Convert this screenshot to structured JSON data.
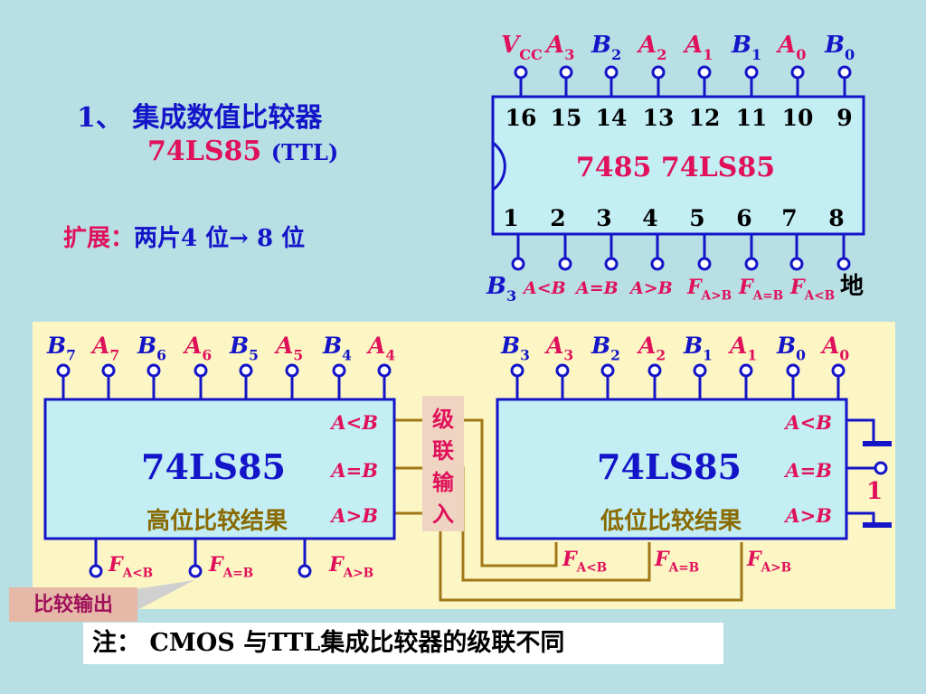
{
  "heading": {
    "number": "1、",
    "title": "集成数值比较器",
    "part": "74LS85",
    "family": "(TTL)"
  },
  "expansion": {
    "label": "扩展：",
    "text": "两片4 位→ 8 位"
  },
  "pinout": {
    "chip_label": "7485  74LS85",
    "top_pins": [
      "16",
      "15",
      "14",
      "13",
      "12",
      "11",
      "10",
      "9"
    ],
    "bottom_pins": [
      "1",
      "2",
      "3",
      "4",
      "5",
      "6",
      "7",
      "8"
    ],
    "top_names": [
      {
        "main": "V",
        "sub": "CC"
      },
      {
        "main": "A",
        "sub": "3"
      },
      {
        "main": "B",
        "sub": "2"
      },
      {
        "main": "A",
        "sub": "2"
      },
      {
        "main": "A",
        "sub": "1"
      },
      {
        "main": "B",
        "sub": "1"
      },
      {
        "main": "A",
        "sub": "0"
      },
      {
        "main": "B",
        "sub": "0"
      }
    ],
    "bottom_names": [
      {
        "main": "B",
        "sub": "3"
      },
      {
        "main": "A<B",
        "sub": ""
      },
      {
        "main": "A=B",
        "sub": ""
      },
      {
        "main": "A>B",
        "sub": ""
      },
      {
        "main": "F",
        "sub": "A>B"
      },
      {
        "main": "F",
        "sub": "A=B"
      },
      {
        "main": "F",
        "sub": "A<B"
      }
    ],
    "ground_label": "地"
  },
  "cascade": {
    "high_chip": {
      "name": "74LS85",
      "caption": "高位比较结果",
      "inputs": [
        {
          "main": "B",
          "sub": "7"
        },
        {
          "main": "A",
          "sub": "7"
        },
        {
          "main": "B",
          "sub": "6"
        },
        {
          "main": "A",
          "sub": "6"
        },
        {
          "main": "B",
          "sub": "5"
        },
        {
          "main": "A",
          "sub": "5"
        },
        {
          "main": "B",
          "sub": "4"
        },
        {
          "main": "A",
          "sub": "4"
        }
      ],
      "cascade_inputs": [
        "A<B",
        "A=B",
        "A>B"
      ],
      "outputs": [
        {
          "main": "F",
          "sub": "A<B"
        },
        {
          "main": "F",
          "sub": "A=B"
        },
        {
          "main": "F",
          "sub": "A>B"
        }
      ]
    },
    "low_chip": {
      "name": "74LS85",
      "caption": "低位比较结果",
      "inputs": [
        {
          "main": "B",
          "sub": "3"
        },
        {
          "main": "A",
          "sub": "3"
        },
        {
          "main": "B",
          "sub": "2"
        },
        {
          "main": "A",
          "sub": "2"
        },
        {
          "main": "B",
          "sub": "1"
        },
        {
          "main": "A",
          "sub": "1"
        },
        {
          "main": "B",
          "sub": "0"
        },
        {
          "main": "A",
          "sub": "0"
        }
      ],
      "cascade_inputs": [
        "A<B",
        "A=B",
        "A>B"
      ],
      "outputs": [
        {
          "main": "F",
          "sub": "A<B"
        },
        {
          "main": "F",
          "sub": "A=B"
        },
        {
          "main": "F",
          "sub": "A>B"
        }
      ]
    },
    "cascade_input_label": [
      "级",
      "联",
      "输",
      "入"
    ],
    "logic_one": "1",
    "compare_output_label": "比较输出"
  },
  "note": "注：  CMOS 与TTL集成比较器的级联不同",
  "colors": {
    "background": "#b7dfe4",
    "panel": "#fbf6c4",
    "chip_fill": "#c2eef4",
    "chip_border": "#1414c8",
    "text_blue": "#1414c8",
    "text_magenta": "#e0105a",
    "text_olive": "#8a6a00",
    "wire": "#a07818"
  }
}
